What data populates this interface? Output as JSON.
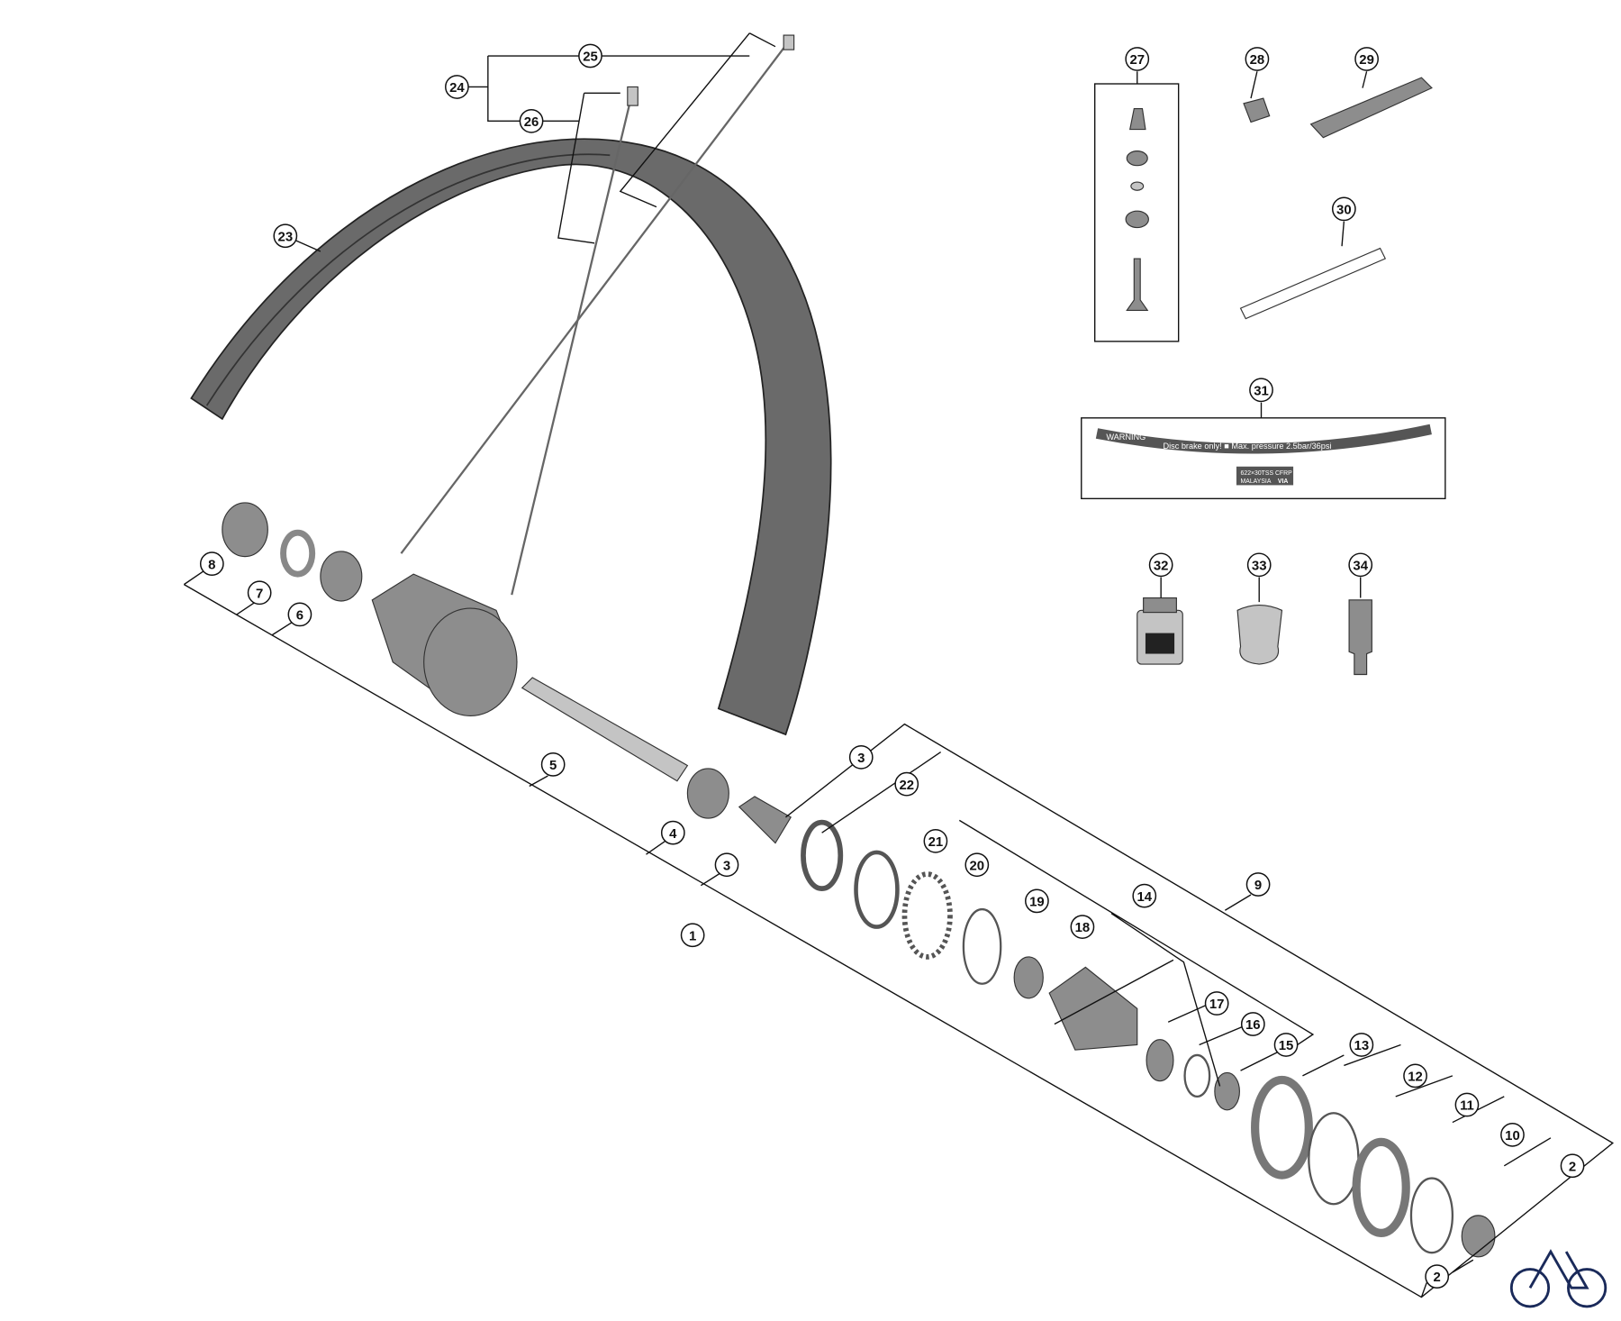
{
  "diagram": {
    "callouts": [
      "25",
      "24",
      "26",
      "23",
      "27",
      "28",
      "29",
      "30",
      "31",
      "32",
      "33",
      "34",
      "8",
      "7",
      "6",
      "5",
      "4",
      "3",
      "3",
      "22",
      "21",
      "20",
      "19",
      "18",
      "14",
      "9",
      "1",
      "17",
      "16",
      "15",
      "13",
      "12",
      "11",
      "10",
      "2",
      "2"
    ],
    "sticker": {
      "warning": "WARNING",
      "line": "Disc brake only!  ■ Max. pressure 2.5bar/36psi",
      "spec": "622×30TSS CFRP",
      "origin": "MALAYSIA",
      "brand": "VIA"
    },
    "logo": "bicycle-logo"
  }
}
